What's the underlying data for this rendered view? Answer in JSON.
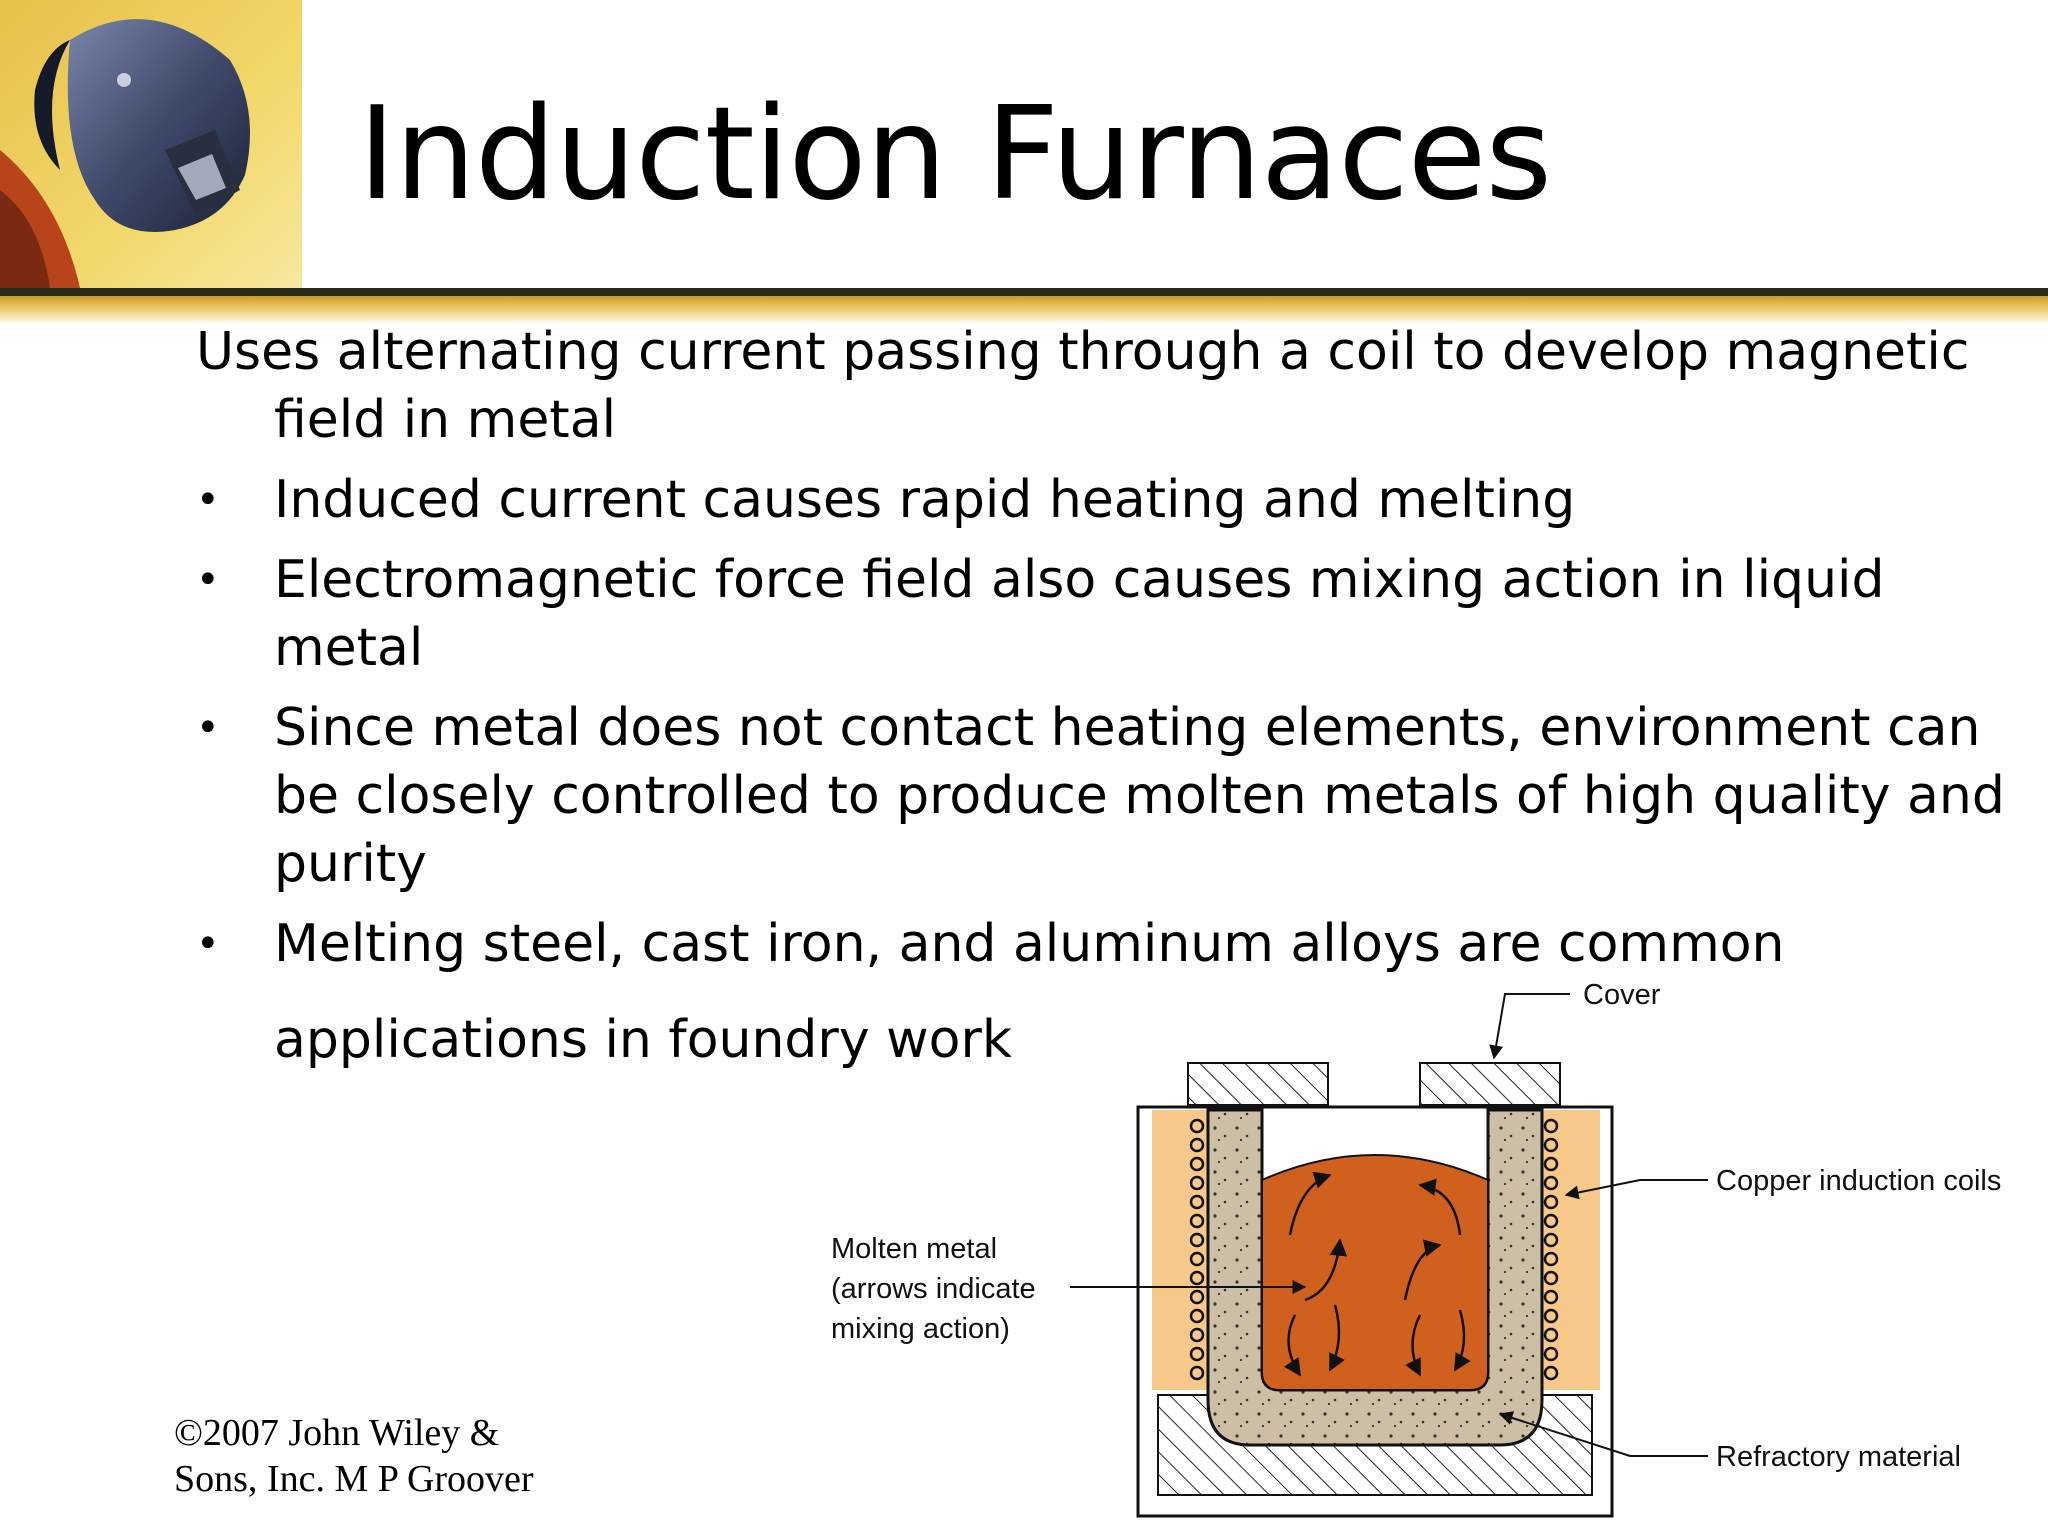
{
  "slide": {
    "title": "Induction Furnaces",
    "intro": "Uses alternating current passing through a coil to develop magnetic field in metal",
    "bullets": [
      "Induced current causes rapid heating and melting",
      "Electromagnetic force field also causes mixing action in liquid metal",
      "Since metal does not contact heating elements, environment can be closely controlled to produce molten metals of high quality and purity"
    ],
    "last_bullet_line1": "Melting steel, cast iron, and aluminum alloys are common",
    "last_bullet_line2": "applications in foundry work",
    "bullet_symbol": "•",
    "copyright": "©2007 John Wiley & Sons, Inc.  M P Groover"
  },
  "diagram": {
    "label_cover": "Cover",
    "label_coils": "Copper induction coils",
    "label_molten_1": "Molten metal",
    "label_molten_2": "(arrows indicate",
    "label_molten_3": "mixing action)",
    "label_refractory": "Refractory material"
  },
  "colors": {
    "header_gold": "#e8c25a",
    "header_dark": "#2a2a1a",
    "molten_metal": "#d0601e",
    "refractory": "#cdbfa6",
    "coil_space": "#f6c98a"
  },
  "icons": {
    "header_image": "welder-with-helmet-image"
  }
}
